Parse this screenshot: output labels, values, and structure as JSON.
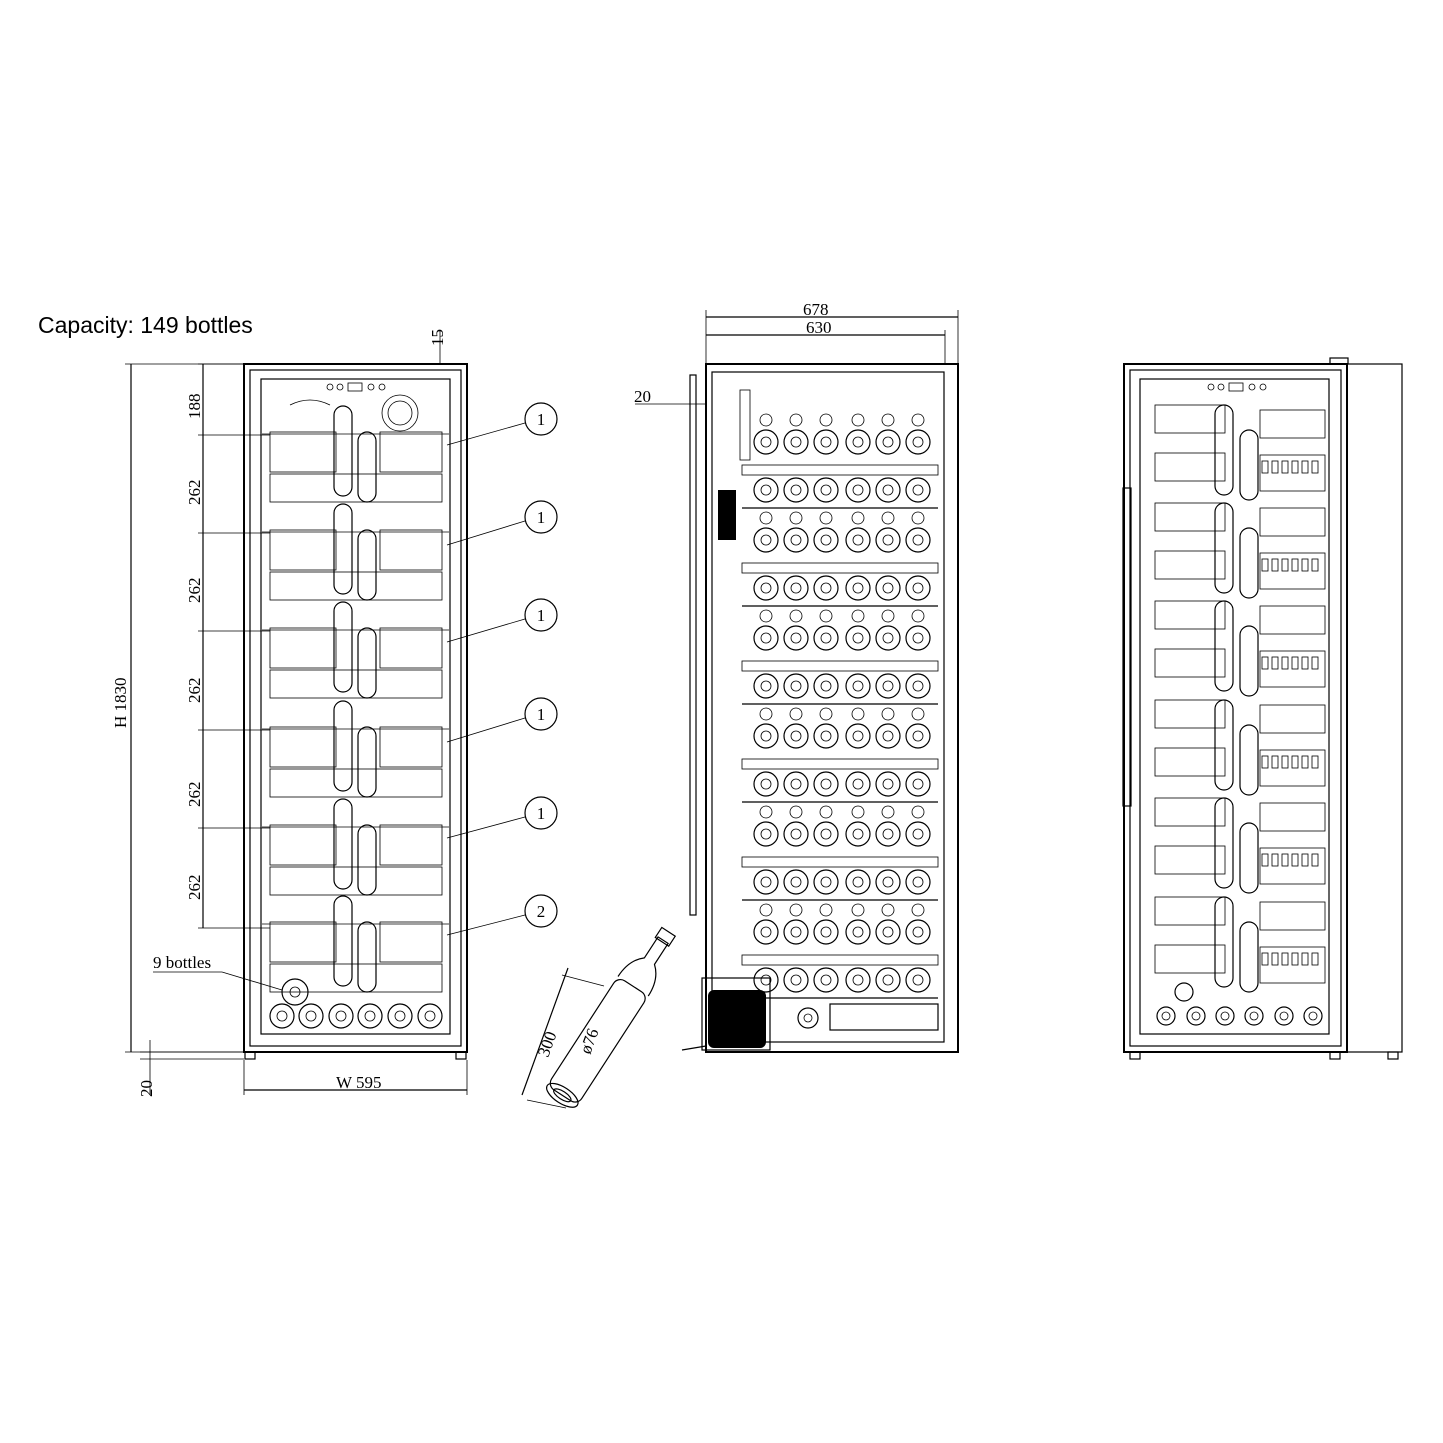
{
  "capacity_label": "Capacity: 149 bottles",
  "front_view": {
    "dims": {
      "top_gap": "15",
      "section_heights": [
        "188",
        "262",
        "262",
        "262",
        "262",
        "262"
      ],
      "total_height": "H 1830",
      "width": "W 595",
      "foot_height": "20"
    },
    "bottom_label": "9 bottles",
    "shelf_callouts": [
      "1",
      "1",
      "1",
      "1",
      "1",
      "2"
    ]
  },
  "bottle": {
    "length": "300",
    "diameter": "ø76"
  },
  "side_view": {
    "dims": {
      "depth_total": "678",
      "depth_body": "630",
      "door_gap": "20"
    }
  }
}
